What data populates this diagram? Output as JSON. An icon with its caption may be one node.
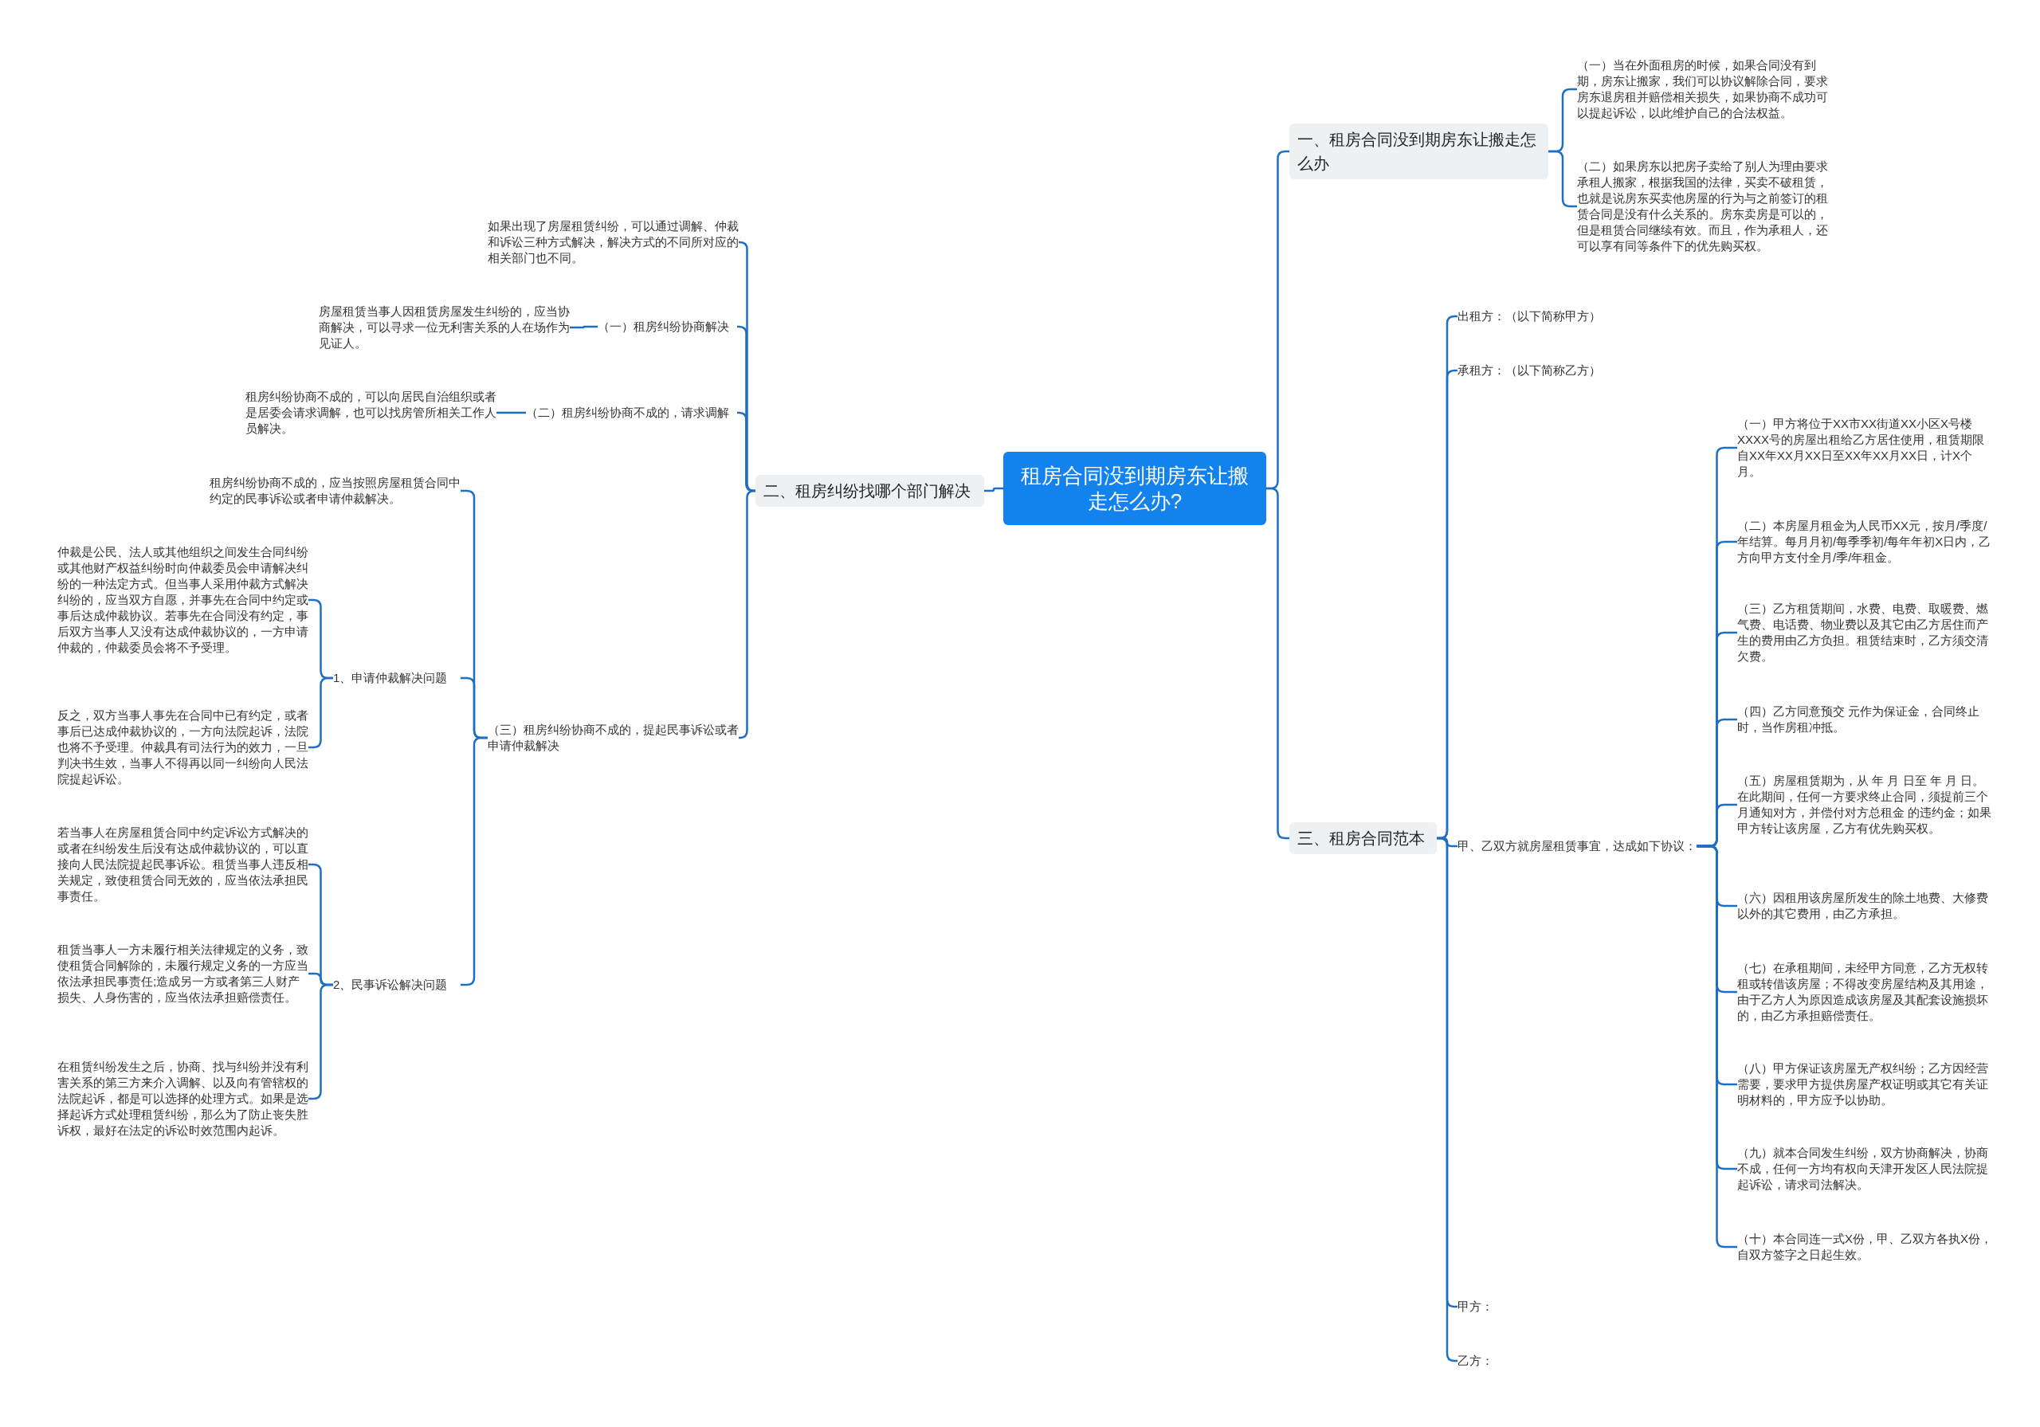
{
  "diagram": {
    "nodes": [
      {
        "text": [
          "租房合同没到期房东让搬走怎么办?"
        ]
      },
      {
        "text": [
          "一、租房合同没到期房东让搬走怎么办"
        ]
      },
      {
        "text": [
          "（一）当在外面租房的时候，如果合同没有到期，房东让搬家，我们可以协议解除合同，要求房东退房租并赔偿相关损失，如果协商不成功可以提起诉讼，以此维护自己的合法权益。"
        ]
      },
      {
        "text": [
          "（二）如果房东以把房子卖给了别人为理由要求承租人搬家，根据我国的法律，买卖不破租赁，也就是说房东买卖他房屋的行为与之前签订的租赁合同是没有什么关系的。房东卖房是可以的，但是租赁合同继续有效。而且，作为承租人，还可以享有同等条件下的优先购买权。"
        ]
      },
      {
        "text": [
          "二、租房纠纷找哪个部门解决"
        ]
      },
      {
        "text": [
          "如果出现了房屋租赁纠纷，可以通过调解、仲裁和诉讼三种方式解决，解决方式的不同所对应的相关部门也不同。"
        ]
      },
      {
        "text": [
          "（一）租房纠纷协商解决"
        ]
      },
      {
        "text": [
          "房屋租赁当事人因租赁房屋发生纠纷的，应当协商解决，可以寻求一位无利害关系的人在场作为见证人。"
        ]
      },
      {
        "text": [
          "（二）租房纠纷协商不成的，请求调解"
        ]
      },
      {
        "text": [
          "租房纠纷协商不成的，可以向居民自治组织或者是居委会请求调解，也可以找房管所相关工作人员解决。"
        ]
      },
      {
        "text": [
          "（三）租房纠纷协商不成的，提起民事诉讼或者申请仲裁解决"
        ]
      },
      {
        "text": [
          "租房纠纷协商不成的，应当按照房屋租赁合同中约定的民事诉讼或者申请仲裁解决。"
        ]
      },
      {
        "text": [
          "1、申请仲裁解决问题"
        ]
      },
      {
        "text": [
          "仲裁是公民、法人或其他组织之间发生合同纠纷或其他财产权益纠纷时向仲裁委员会申请解决纠纷的一种法定方式。但当事人采用仲裁方式解决纠纷的，应当双方自愿，并事先在合同中约定或事后达成仲裁协议。若事先在合同没有约定，事后双方当事人又没有达成仲裁协议的，一方申请仲裁的，仲裁委员会将不予受理。"
        ]
      },
      {
        "text": [
          "反之，双方当事人事先在合同中已有约定，或者事后已达成仲裁协议的，一方向法院起诉，法院也将不予受理。仲裁具有司法行为的效力，一旦判决书生效，当事人不得再以同一纠纷向人民法院提起诉讼。"
        ]
      },
      {
        "text": [
          "2、民事诉讼解决问题"
        ]
      },
      {
        "text": [
          "若当事人在房屋租赁合同中约定诉讼方式解决的或者在纠纷发生后没有达成仲裁协议的，可以直接向人民法院提起民事诉讼。租赁当事人违反相关规定，致使租赁合同无效的，应当依法承担民事责任。"
        ]
      },
      {
        "text": [
          "租赁当事人一方未履行相关法律规定的义务，致使租赁合同解除的，未履行规定义务的一方应当依法承担民事责任;造成另一方或者第三人财产损失、人身伤害的，应当依法承担赔偿责任。"
        ]
      },
      {
        "text": [
          "在租赁纠纷发生之后，协商、找与纠纷并没有利害关系的第三方来介入调解、以及向有管辖权的法院起诉，都是可以选择的处理方式。如果是选择起诉方式处理租赁纠纷，那么为了防止丧失胜诉权，最好在法定的诉讼时效范围内起诉。"
        ]
      },
      {
        "text": [
          "三、租房合同范本"
        ]
      },
      {
        "text": [
          "出租方：（以下简称甲方）"
        ]
      },
      {
        "text": [
          "承租方：（以下简称乙方）"
        ]
      },
      {
        "text": [
          "甲、乙双方就房屋租赁事宜，达成如下协议："
        ]
      },
      {
        "text": [
          "（一）甲方将位于XX市XX街道XX小区X号楼XXXX号的房屋出租给乙方居住使用，租赁期限自XX年XX月XX日至XX年XX月XX日，计X个月。"
        ]
      },
      {
        "text": [
          "（二）本房屋月租金为人民币XX元，按月/季度/年结算。每月月初/每季季初/每年年初X日内，乙方向甲方支付全月/季/年租金。"
        ]
      },
      {
        "text": [
          "（三）乙方租赁期间，水费、电费、取暖费、燃气费、电话费、物业费以及其它由乙方居住而产生的费用由乙方负担。租赁结束时，乙方须交清欠费。"
        ]
      },
      {
        "text": [
          "（四）乙方同意预交 元作为保证金，合同终止时，当作房租冲抵。"
        ]
      },
      {
        "text": [
          "（五）房屋租赁期为，从 年 月 日至 年 月 日。在此期间，任何一方要求终止合同，须提前三个月通知对方，并偿付对方总租金 的违约金；如果甲方转让该房屋，乙方有优先购买权。"
        ]
      },
      {
        "text": [
          "（六）因租用该房屋所发生的除土地费、大修费以外的其它费用，由乙方承担。"
        ]
      },
      {
        "text": [
          "（七）在承租期间，未经甲方同意，乙方无权转租或转借该房屋；不得改变房屋结构及其用途，由于乙方人为原因造成该房屋及其配套设施损坏的，由乙方承担赔偿责任。"
        ]
      },
      {
        "text": [
          "（八）甲方保证该房屋无产权纠纷；乙方因经营需要，要求甲方提供房屋产权证明或其它有关证明材料的，甲方应予以协助。"
        ]
      },
      {
        "text": [
          "（九）就本合同发生纠纷，双方协商解决，协商不成，任何一方均有权向天津开发区人民法院提起诉讼，请求司法解决。"
        ]
      },
      {
        "text": [
          "（十）本合同连一式X份，甲、乙双方各执X份，自双方签字之日起生效。"
        ]
      },
      {
        "text": [
          "甲方："
        ]
      },
      {
        "text": [
          "乙方："
        ]
      }
    ],
    "edges": [
      {
        "from": 0,
        "to": 1,
        "arrow": "none"
      },
      {
        "from": 1,
        "to": 2,
        "arrow": "none"
      },
      {
        "from": 1,
        "to": 3,
        "arrow": "none"
      },
      {
        "from": 0,
        "to": 4,
        "arrow": "none"
      },
      {
        "from": 4,
        "to": 5,
        "arrow": "none"
      },
      {
        "from": 4,
        "to": 6,
        "arrow": "none"
      },
      {
        "from": 6,
        "to": 7,
        "arrow": "none"
      },
      {
        "from": 4,
        "to": 8,
        "arrow": "none"
      },
      {
        "from": 8,
        "to": 9,
        "arrow": "none"
      },
      {
        "from": 4,
        "to": 10,
        "arrow": "none"
      },
      {
        "from": 10,
        "to": 11,
        "arrow": "none"
      },
      {
        "from": 10,
        "to": 12,
        "arrow": "none"
      },
      {
        "from": 12,
        "to": 13,
        "arrow": "none"
      },
      {
        "from": 12,
        "to": 14,
        "arrow": "none"
      },
      {
        "from": 10,
        "to": 15,
        "arrow": "none"
      },
      {
        "from": 15,
        "to": 16,
        "arrow": "none"
      },
      {
        "from": 15,
        "to": 17,
        "arrow": "none"
      },
      {
        "from": 15,
        "to": 18,
        "arrow": "none"
      },
      {
        "from": 0,
        "to": 19,
        "arrow": "none"
      },
      {
        "from": 19,
        "to": 20,
        "arrow": "none"
      },
      {
        "from": 19,
        "to": 21,
        "arrow": "none"
      },
      {
        "from": 19,
        "to": 22,
        "arrow": "none"
      },
      {
        "from": 19,
        "to": 33,
        "arrow": "none"
      },
      {
        "from": 19,
        "to": 34,
        "arrow": "none"
      },
      {
        "from": 22,
        "to": 23,
        "arrow": "none"
      },
      {
        "from": 22,
        "to": 24,
        "arrow": "none"
      },
      {
        "from": 22,
        "to": 25,
        "arrow": "none"
      },
      {
        "from": 22,
        "to": 26,
        "arrow": "none"
      },
      {
        "from": 22,
        "to": 27,
        "arrow": "none"
      },
      {
        "from": 22,
        "to": 28,
        "arrow": "none"
      },
      {
        "from": 22,
        "to": 29,
        "arrow": "none"
      },
      {
        "from": 22,
        "to": 30,
        "arrow": "none"
      },
      {
        "from": 22,
        "to": 31,
        "arrow": "none"
      },
      {
        "from": 22,
        "to": 32,
        "arrow": "none"
      }
    ]
  }
}
